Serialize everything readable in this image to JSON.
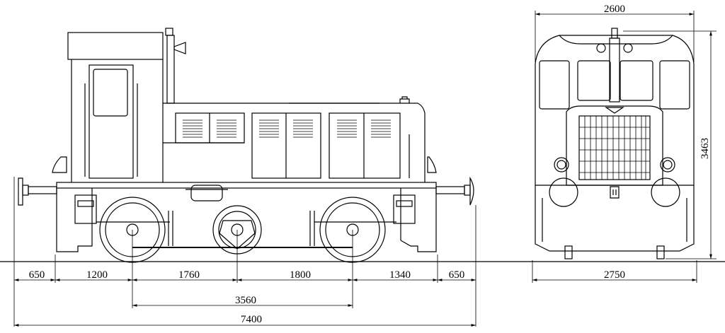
{
  "side_view": {
    "dimensions": {
      "buffer_front": "650",
      "overhang_front": "1200",
      "axle_front_to_mid": "1760",
      "axle_mid_to_rear": "1800",
      "overhang_rear": "1340",
      "buffer_rear": "650",
      "wheelbase": "3560",
      "length_over_buffers": "7400"
    }
  },
  "front_view": {
    "dimensions": {
      "top_width": "2600",
      "bottom_width": "2750",
      "height": "3463"
    }
  }
}
